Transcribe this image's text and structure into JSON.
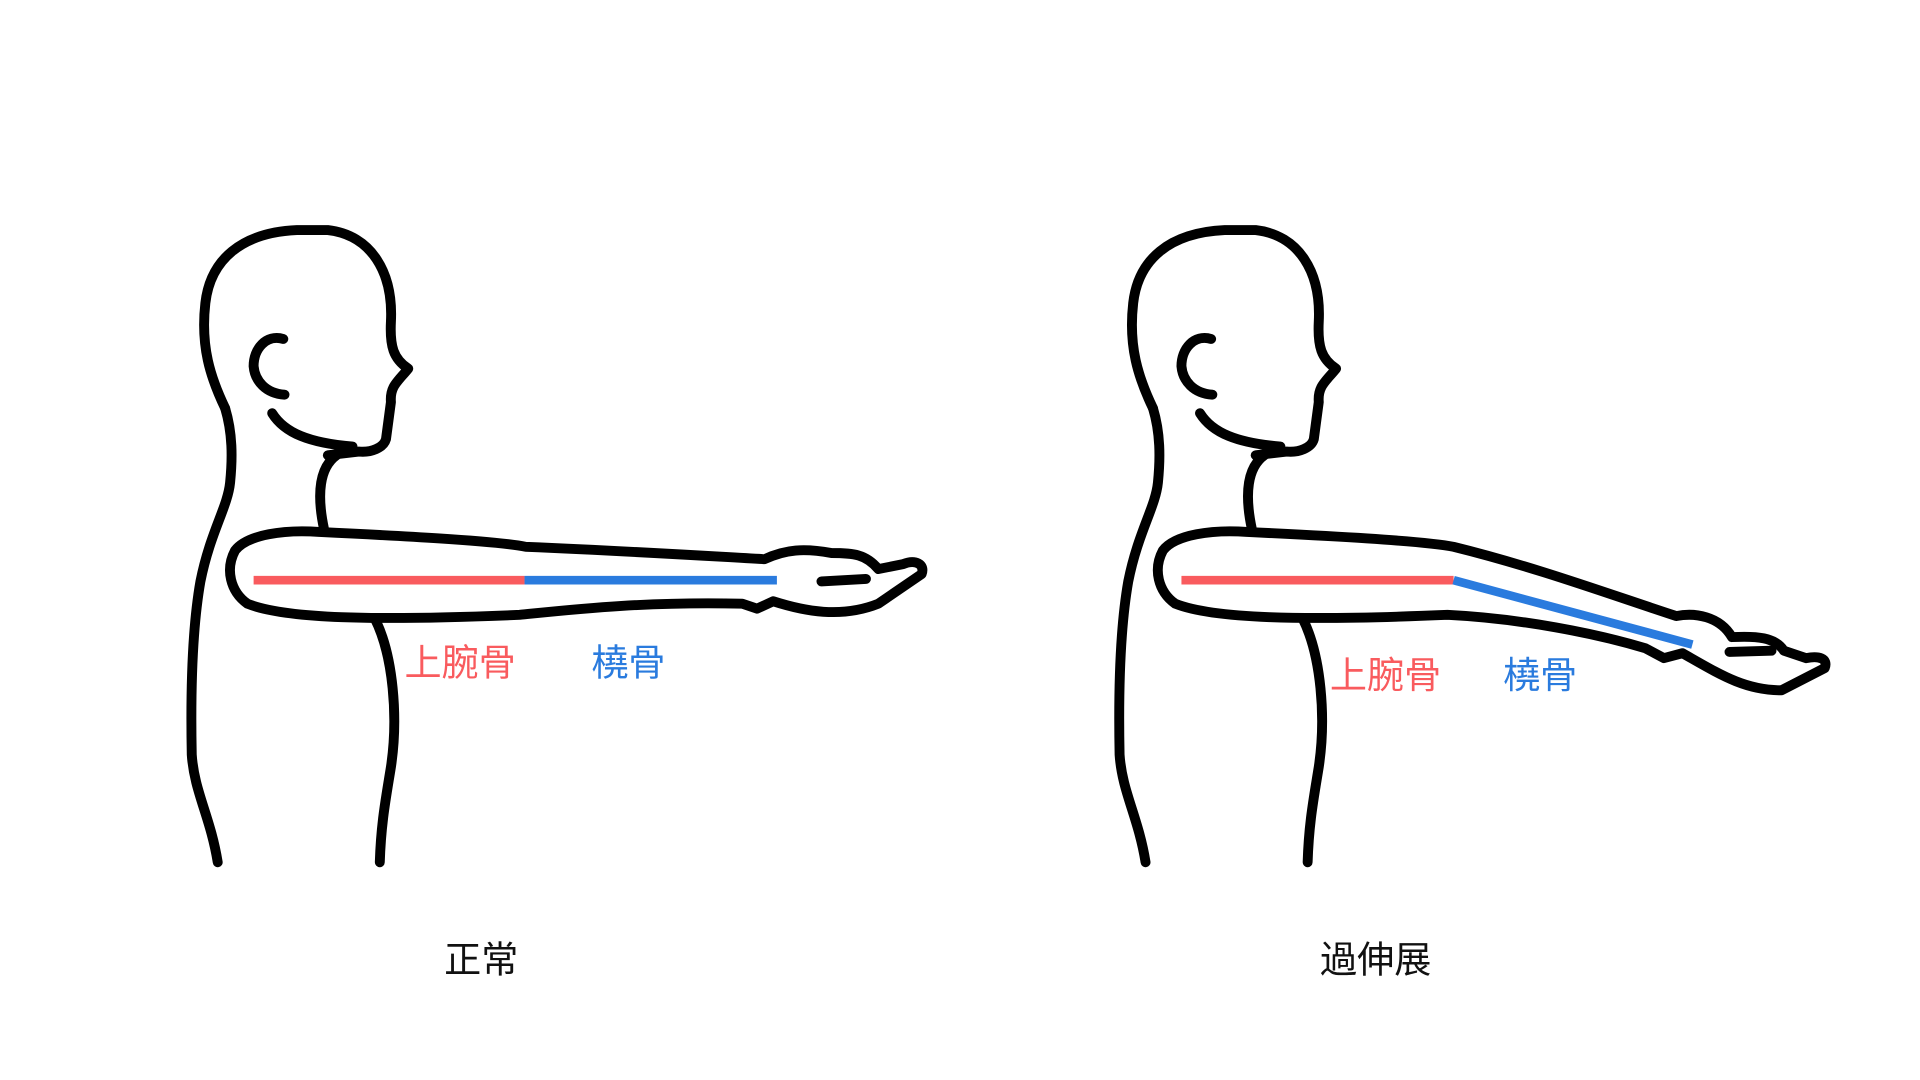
{
  "colors": {
    "humerus": "#F95B5E",
    "radius": "#2A7BDE",
    "outline": "#000000"
  },
  "figures": [
    {
      "caption": "正常",
      "humerus_label": "上腕骨",
      "radius_label": "橈骨"
    },
    {
      "caption": "過伸展",
      "humerus_label": "上腕骨",
      "radius_label": "橈骨"
    }
  ]
}
